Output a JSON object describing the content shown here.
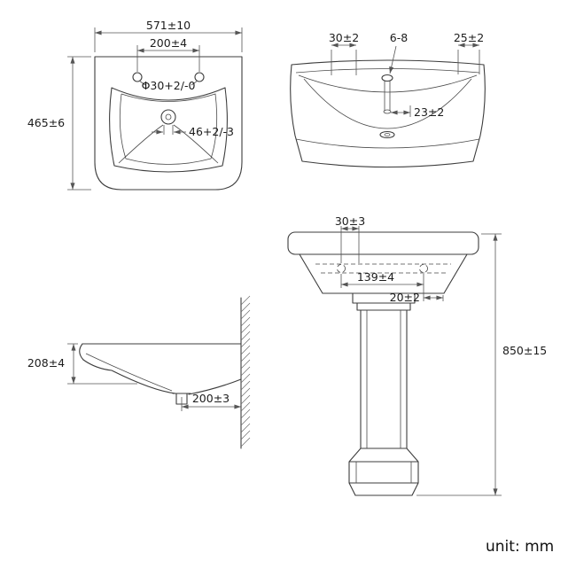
{
  "page": {
    "unit_label": "unit: mm"
  },
  "views": {
    "plan": {
      "width": "571±10",
      "hole_spacing": "200±4",
      "hole_diameter": "Φ30+2/-0",
      "drain_size": "46+2/-3",
      "depth": "465±6"
    },
    "front": {
      "left_offset": "30±2",
      "fixing_holes": "6-8",
      "right_offset": "25±2",
      "spout_offset": "23±2"
    },
    "side": {
      "rim_height": "208±4",
      "drain_to_wall": "200±3"
    },
    "pedestal": {
      "hole_inset": "30±3",
      "bolt_spacing": "139±4",
      "edge_offset": "20±2",
      "overall_height": "850±15"
    }
  }
}
